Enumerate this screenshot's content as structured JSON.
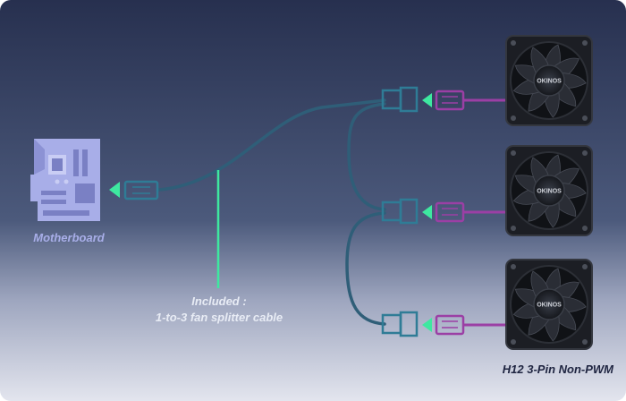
{
  "motherboard_label": "Motherboard",
  "cable_label": {
    "line1": "Included :",
    "line2": "1-to-3 fan splitter cable"
  },
  "fan_model_label": "H12 3-Pin Non-PWM",
  "fan_logo_text": "OKINOS",
  "colors": {
    "bg_top": "#27304f",
    "bg_bottom": "#dfe1ec",
    "cable": "#2f5e78",
    "connector_teal": "#2f7c96",
    "connector_magenta": "#9b3fa5",
    "arrow_green": "#3ee8a0",
    "motherboard": "#a8aee8"
  },
  "fan_count": 3
}
